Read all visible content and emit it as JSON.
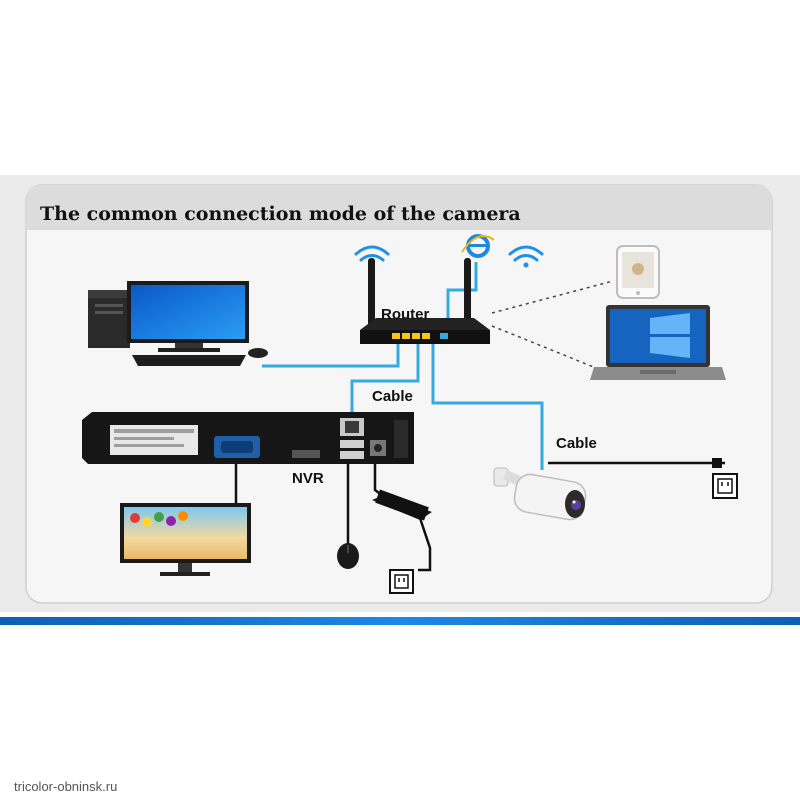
{
  "title": "The common connection mode of the camera",
  "labels": {
    "router": "Router",
    "cable_top": "Cable",
    "nvr": "NVR",
    "cable_right": "Cable"
  },
  "colors": {
    "panel_bg": "#f2f2f2",
    "title_bar": "#dcdcdc",
    "network_cable": "#36a9e1",
    "power_cable": "#111111",
    "bottom_band": "#1a73c9"
  },
  "icons": [
    "wifi-icon",
    "internet-explorer-icon",
    "desktop-computer-icon",
    "router-icon",
    "smartphone-icon",
    "laptop-icon",
    "nvr-recorder-icon",
    "monitor-icon",
    "mouse-icon",
    "power-adapter-icon",
    "power-outlet-icon",
    "bullet-camera-icon"
  ],
  "watermark": "tricolor-obninsk.ru"
}
